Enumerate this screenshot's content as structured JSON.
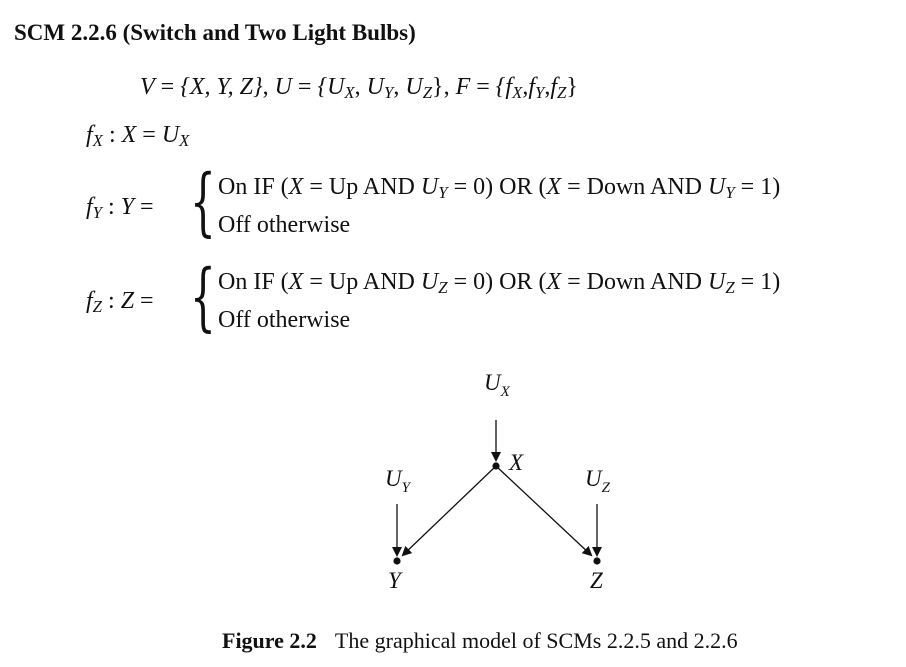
{
  "heading": "SCM 2.2.6 (Switch and Two Light Bulbs)",
  "definitions": {
    "V_set": "{X, Y, Z}",
    "U_set_open": "{U",
    "U_set_1": "X",
    "U_set_2": "Y",
    "U_set_3": "Z",
    "F_set_open": "{f",
    "F_set_1": "X",
    "F_set_2": "Y",
    "F_set_3": "Z"
  },
  "fx": {
    "name": "f",
    "sub": "X",
    "lhs": "X",
    "rhs": "U",
    "rhs_sub": "X"
  },
  "fy": {
    "name": "f",
    "sub": "Y",
    "lhs": "Y",
    "case1": {
      "prefix": "On IF (",
      "var": "X",
      "eq1": " = Up AND ",
      "u": "U",
      "u_sub": "Y",
      "eq2": " = 0) OR (",
      "var2": "X",
      "eq3": " = Down AND ",
      "u2": "U",
      "u2_sub": "Y",
      "eq4": " = 1)"
    },
    "case2": "Off otherwise"
  },
  "fz": {
    "name": "f",
    "sub": "Z",
    "lhs": "Z",
    "case1": {
      "prefix": "On IF (",
      "var": "X",
      "eq1": " = Up AND ",
      "u": "U",
      "u_sub": "Z",
      "eq2": " = 0) OR (",
      "var2": "X",
      "eq3": " = Down AND ",
      "u2": "U",
      "u2_sub": "Z",
      "eq4": " = 1)"
    },
    "case2": "Off otherwise"
  },
  "diagram": {
    "nodes": {
      "X": "X",
      "Y": "Y",
      "Z": "Z",
      "UX": "U",
      "UX_sub": "X",
      "UY": "U",
      "UY_sub": "Y",
      "UZ": "U",
      "UZ_sub": "Z"
    }
  },
  "caption": {
    "label": "Figure 2.2",
    "text": "The graphical model of SCMs 2.2.5 and 2.2.6"
  }
}
